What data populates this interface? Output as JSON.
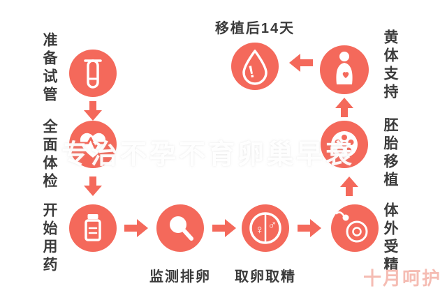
{
  "diagram": {
    "steps": [
      {
        "label": "准备试管",
        "icon": "test-tube-icon"
      },
      {
        "label": "全面体检",
        "icon": "heart-checkup-icon"
      },
      {
        "label": "开始用药",
        "icon": "medicine-bottle-icon"
      },
      {
        "label": "监测排卵",
        "icon": "magnifier-icon"
      },
      {
        "label": "取卵取精",
        "icon": "gender-symbols-icon"
      },
      {
        "label": "体外受精",
        "icon": "fertilization-icon"
      },
      {
        "label": "胚胎移植",
        "icon": "embryo-icon"
      },
      {
        "label": "黄体支持",
        "icon": "pregnant-woman-icon"
      },
      {
        "label": "移植后14天",
        "icon": "blood-drop-icon"
      }
    ],
    "watermark_text": "专治不孕不育卵巢早衰",
    "brand_mark": "十月呵护",
    "colors": {
      "accent": "#F4695B",
      "label_text": "#3B3B3B",
      "brand": "#F5BCB3",
      "background": "#FFFFFF"
    }
  }
}
